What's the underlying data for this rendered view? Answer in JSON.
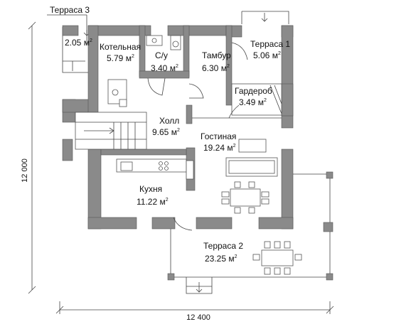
{
  "rooms": [
    {
      "id": "terrace3",
      "name": "Терраса 3",
      "area": "2.05 м",
      "sup": "2"
    },
    {
      "id": "boiler",
      "name": "Котельная",
      "area": "5.79 м",
      "sup": "2"
    },
    {
      "id": "wc",
      "name": "С/у",
      "area": "3.40 м",
      "sup": "2"
    },
    {
      "id": "vestibule",
      "name": "Тамбур",
      "area": "6.30 м",
      "sup": "2"
    },
    {
      "id": "terrace1",
      "name": "Терраса 1",
      "area": "5.06 м",
      "sup": "2"
    },
    {
      "id": "wardrobe",
      "name": "Гардероб",
      "area": "3.49 м",
      "sup": "2"
    },
    {
      "id": "hall",
      "name": "Холл",
      "area": "9.65 м",
      "sup": "2"
    },
    {
      "id": "living",
      "name": "Гостиная",
      "area": "19.24 м",
      "sup": "2"
    },
    {
      "id": "kitchen",
      "name": "Кухня",
      "area": "11.22 м",
      "sup": "2"
    },
    {
      "id": "terrace2",
      "name": "Терраса 2",
      "area": "23.25 м",
      "sup": "2"
    }
  ],
  "dimensions": {
    "width": "12 400",
    "height": "12 000"
  }
}
